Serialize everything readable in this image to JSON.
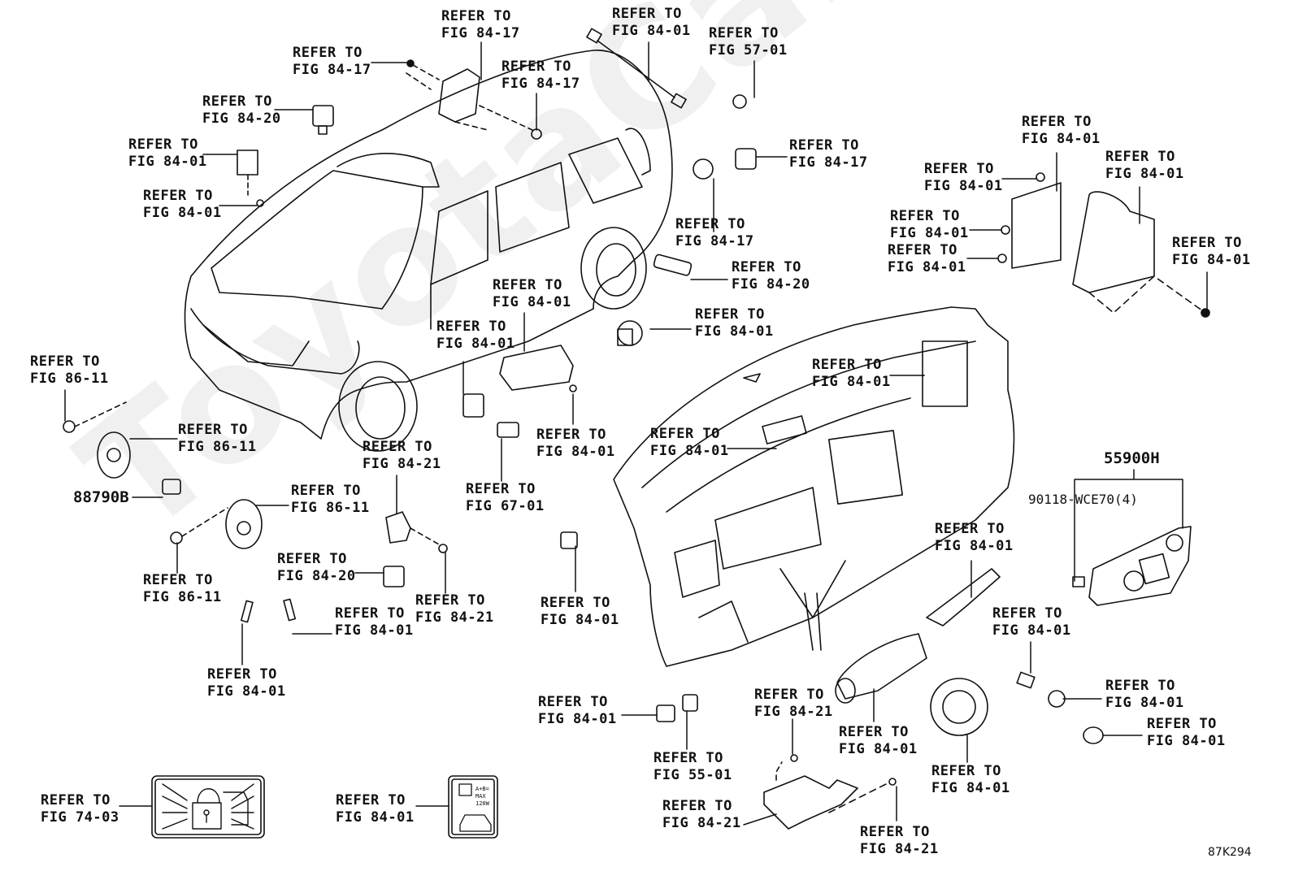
{
  "diagram": {
    "figure_id": "87K294",
    "watermark": "ToyotaCarMine.ru",
    "callouts": [
      {
        "id": "c01",
        "line1": "REFER TO",
        "line2": "FIG 84-17",
        "part": "overhead-switch-assembly"
      },
      {
        "id": "c02",
        "line1": "REFER TO",
        "line2": "FIG 84-17",
        "part": "overhead-clip"
      },
      {
        "id": "c03",
        "line1": "REFER TO",
        "line2": "FIG 84-17",
        "part": "overhead-screw"
      },
      {
        "id": "c04",
        "line1": "REFER TO",
        "line2": "FIG 84-20",
        "part": "relay"
      },
      {
        "id": "c05",
        "line1": "REFER TO",
        "line2": "FIG 84-01",
        "part": "switch-block"
      },
      {
        "id": "c06",
        "line1": "REFER TO",
        "line2": "FIG 84-01",
        "part": "bolt"
      },
      {
        "id": "c07",
        "line1": "REFER TO",
        "line2": "FIG 84-01",
        "part": "wire-harness"
      },
      {
        "id": "c08",
        "line1": "REFER TO",
        "line2": "FIG 57-01",
        "part": "grommet"
      },
      {
        "id": "c09",
        "line1": "REFER TO",
        "line2": "FIG 84-17",
        "part": "camera-housing"
      },
      {
        "id": "c10",
        "line1": "REFER TO",
        "line2": "FIG 84-17",
        "part": "sensor-connector"
      },
      {
        "id": "c11",
        "line1": "REFER TO",
        "line2": "FIG 84-01",
        "part": "ecu-bracket"
      },
      {
        "id": "c12",
        "line1": "REFER TO",
        "line2": "FIG 84-01",
        "part": "ecu-nut-top"
      },
      {
        "id": "c13",
        "line1": "REFER TO",
        "line2": "FIG 84-01",
        "part": "ecu-nut-middle"
      },
      {
        "id": "c14",
        "line1": "REFER TO",
        "line2": "FIG 84-01",
        "part": "ecu-nut-bottom"
      },
      {
        "id": "c15",
        "line1": "REFER TO",
        "line2": "FIG 84-01",
        "part": "mounting-bracket"
      },
      {
        "id": "c16",
        "line1": "REFER TO",
        "line2": "FIG 84-01",
        "part": "bracket-nut"
      },
      {
        "id": "c17",
        "line1": "REFER TO",
        "line2": "FIG 84-20",
        "part": "door-sensor"
      },
      {
        "id": "c18",
        "line1": "REFER TO",
        "line2": "FIG 84-01",
        "part": "power-window-master-switch"
      },
      {
        "id": "c19",
        "line1": "REFER TO",
        "line2": "FIG 84-01",
        "part": "single-window-switch"
      },
      {
        "id": "c20",
        "line1": "REFER TO",
        "line2": "FIG 84-01",
        "part": "mirror-switch"
      },
      {
        "id": "c21",
        "line1": "REFER TO",
        "line2": "FIG 84-01",
        "part": "dash-module"
      },
      {
        "id": "c22",
        "line1": "REFER TO",
        "line2": "FIG 84-01",
        "part": "vent-switch"
      },
      {
        "id": "c23",
        "line1": "REFER TO",
        "line2": "FIG 84-01",
        "part": "switch-screw"
      },
      {
        "id": "c24",
        "line1": "REFER TO",
        "line2": "FIG 67-01",
        "part": "door-courtesy-switch"
      },
      {
        "id": "c25",
        "line1": "REFER TO",
        "line2": "FIG 86-11",
        "part": "horn-bolt-upper"
      },
      {
        "id": "c26",
        "line1": "REFER TO",
        "line2": "FIG 86-11",
        "part": "horn-high"
      },
      {
        "id": "c27",
        "line1": "REFER TO",
        "line2": "FIG 86-11",
        "part": "horn-low"
      },
      {
        "id": "c28",
        "line1": "REFER TO",
        "line2": "FIG 86-11",
        "part": "horn-bolt-lower"
      },
      {
        "id": "c29",
        "line1": "REFER TO",
        "line2": "FIG 84-21",
        "part": "airbag-sensor-front"
      },
      {
        "id": "c30",
        "line1": "REFER TO",
        "line2": "FIG 84-20",
        "part": "sensor-module"
      },
      {
        "id": "c31",
        "line1": "REFER TO",
        "line2": "FIG 84-21",
        "part": "airbag-sensor-bolt"
      },
      {
        "id": "c32",
        "line1": "REFER TO",
        "line2": "FIG 84-01",
        "part": "temperature-sensor"
      },
      {
        "id": "c33",
        "line1": "REFER TO",
        "line2": "FIG 84-01",
        "part": "hood-switch"
      },
      {
        "id": "c34",
        "line1": "REFER TO",
        "line2": "FIG 84-01",
        "part": "stop-lamp-switch"
      },
      {
        "id": "c35",
        "line1": "REFER TO",
        "line2": "FIG 84-01",
        "part": "combination-switch"
      },
      {
        "id": "c36",
        "line1": "REFER TO",
        "line2": "FIG 84-01",
        "part": "ignition-switch"
      },
      {
        "id": "c37",
        "line1": "REFER TO",
        "line2": "FIG 84-01",
        "part": "spiral-cable"
      },
      {
        "id": "c38",
        "line1": "REFER TO",
        "line2": "FIG 84-01",
        "part": "socket"
      },
      {
        "id": "c39",
        "line1": "REFER TO",
        "line2": "FIG 84-01",
        "part": "power-outlet-ring"
      },
      {
        "id": "c40",
        "line1": "REFER TO",
        "line2": "FIG 84-01",
        "part": "power-outlet-cap"
      },
      {
        "id": "c41",
        "line1": "REFER TO",
        "line2": "FIG 84-01",
        "part": "small-switch"
      },
      {
        "id": "c42",
        "line1": "REFER TO",
        "line2": "FIG 55-01",
        "part": "switch-base"
      },
      {
        "id": "c43",
        "line1": "REFER TO",
        "line2": "FIG 84-21",
        "part": "airbag-ecu-bolt-top"
      },
      {
        "id": "c44",
        "line1": "REFER TO",
        "line2": "FIG 84-21",
        "part": "airbag-ecu"
      },
      {
        "id": "c45",
        "line1": "REFER TO",
        "line2": "FIG 84-21",
        "part": "airbag-ecu-bolt-right"
      },
      {
        "id": "c46",
        "line1": "REFER TO",
        "line2": "FIG 74-03",
        "part": "theft-deterrent-label"
      },
      {
        "id": "c47",
        "line1": "REFER TO",
        "line2": "FIG 84-01",
        "part": "power-outlet-label"
      }
    ],
    "part_numbers": [
      {
        "id": "p1",
        "label": "88790B",
        "part": "horn-relay"
      },
      {
        "id": "p2",
        "label": "55900H",
        "part": "heater-control-panel"
      },
      {
        "id": "p3",
        "label": "90118-WCE70(4)",
        "part": "panel-clip"
      }
    ],
    "label_icons": {
      "theft_label": "padlock-with-car-and-lightning-icon",
      "outlet_label_text": [
        "A+B=",
        "MAX",
        "120W"
      ]
    }
  }
}
